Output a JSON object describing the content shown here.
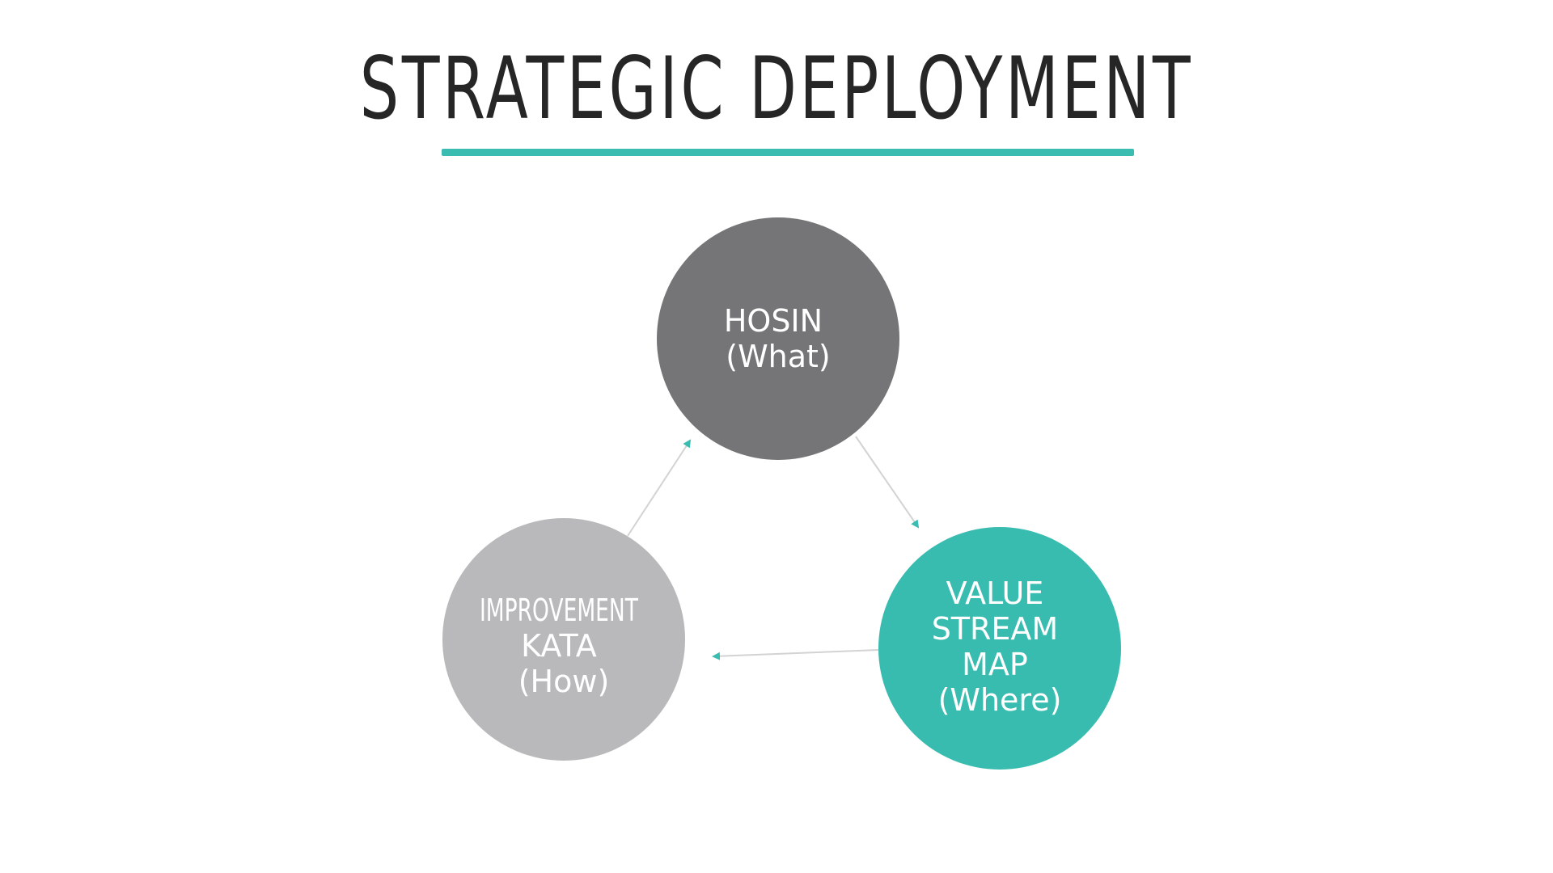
{
  "slide": {
    "title": "STRATEGIC DEPLOYMENT"
  },
  "colors": {
    "accent": "#3abcb0",
    "title_text": "#262626",
    "connector": "#d3d3d3",
    "node_text": "#ffffff"
  },
  "nodes": [
    {
      "id": "hosin",
      "lines": [
        "HOSIN",
        "(What)"
      ],
      "fill": "#757477"
    },
    {
      "id": "value-stream-map",
      "lines": [
        "VALUE",
        "STREAM",
        "MAP",
        "(Where)"
      ],
      "fill": "#38bcb0"
    },
    {
      "id": "improvement-kata",
      "lines": [
        "IMPROVEMENT",
        "KATA",
        "(How)"
      ],
      "fill": "#b9b8bb"
    }
  ],
  "connectors": [
    {
      "from": "hosin",
      "to": "value-stream-map"
    },
    {
      "from": "value-stream-map",
      "to": "improvement-kata"
    },
    {
      "from": "improvement-kata",
      "to": "hosin"
    }
  ]
}
